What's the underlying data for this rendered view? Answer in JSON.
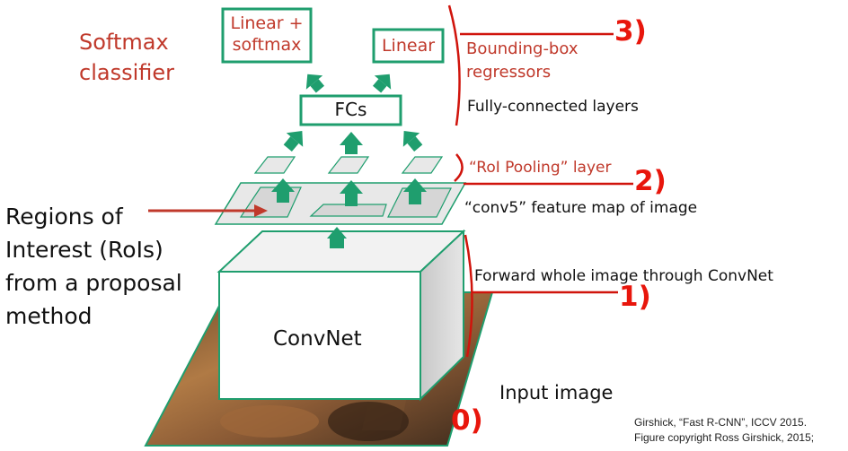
{
  "heads": {
    "softmax_box": "Linear +\nsoftmax",
    "linear_box": "Linear",
    "fc_box": "FCs"
  },
  "left": {
    "softmax_classifier": "Softmax\nclassifier",
    "rois": "Regions of\nInterest (RoIs)\nfrom a proposal\nmethod"
  },
  "right": {
    "bbox_regressors": "Bounding-box\nregressors",
    "fc_layers": "Fully-connected layers",
    "roi_pooling": "“RoI Pooling” layer",
    "conv5": "“conv5” feature map of image",
    "forward": "Forward whole image through ConvNet",
    "input_image": "Input image"
  },
  "convnet_label": "ConvNet",
  "steps": {
    "s3": "3)",
    "s2": "2)",
    "s1": "1)",
    "s0": "0)"
  },
  "citation": {
    "line1": "Girshick, “Fast R-CNN”, ICCV 2015.",
    "line2": "Figure copyright Ross Girshick, 2015;"
  },
  "colors": {
    "teal": "#1f9e6e",
    "red_text": "#c0392b",
    "bright_red": "#e8160c"
  }
}
